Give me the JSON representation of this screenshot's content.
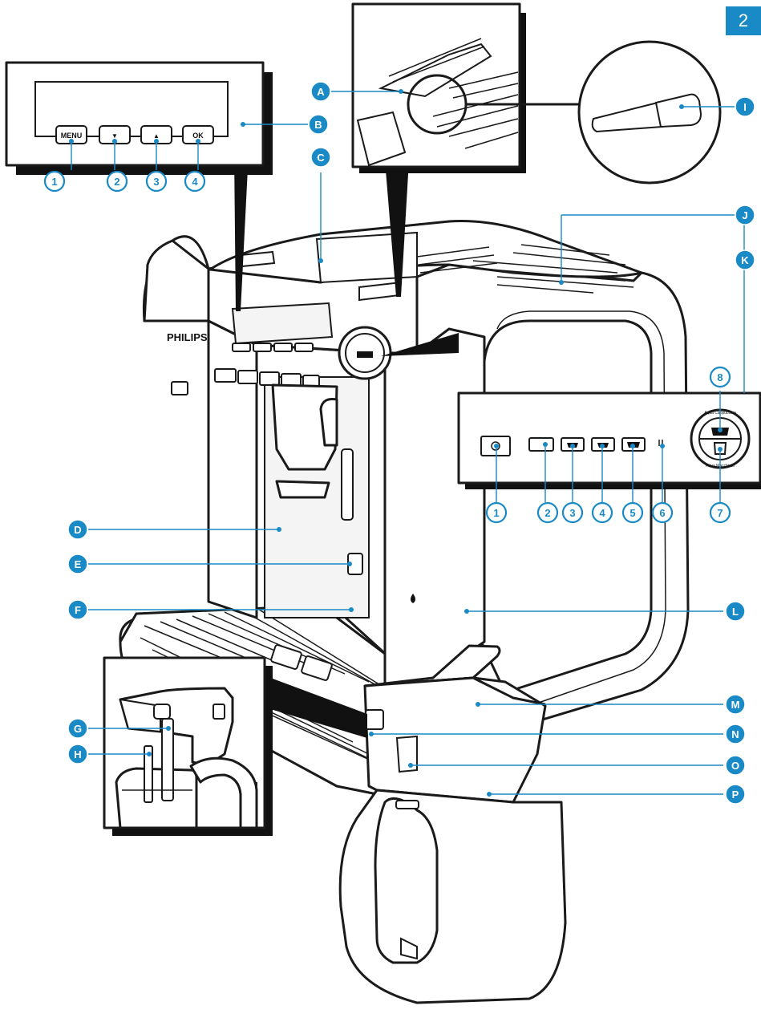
{
  "page_number": "2",
  "brand": "PHILIPS",
  "colors": {
    "accent": "#1a8ac6",
    "line": "#1a1a1a",
    "page": "#ffffff"
  },
  "display_buttons": {
    "menu": "MENU",
    "down": "▼",
    "up": "▲",
    "ok": "OK"
  },
  "dial_text": {
    "top": "Aqua Cappuccino",
    "bottom": "Aqua Macchiato"
  },
  "letter_callouts": [
    "A",
    "B",
    "C",
    "D",
    "E",
    "F",
    "G",
    "H",
    "I",
    "J",
    "K",
    "L",
    "M",
    "N",
    "O",
    "P"
  ],
  "display_numbers": [
    "1",
    "2",
    "3",
    "4"
  ],
  "panel_numbers": [
    "1",
    "2",
    "3",
    "4",
    "5",
    "6",
    "7",
    "8"
  ]
}
